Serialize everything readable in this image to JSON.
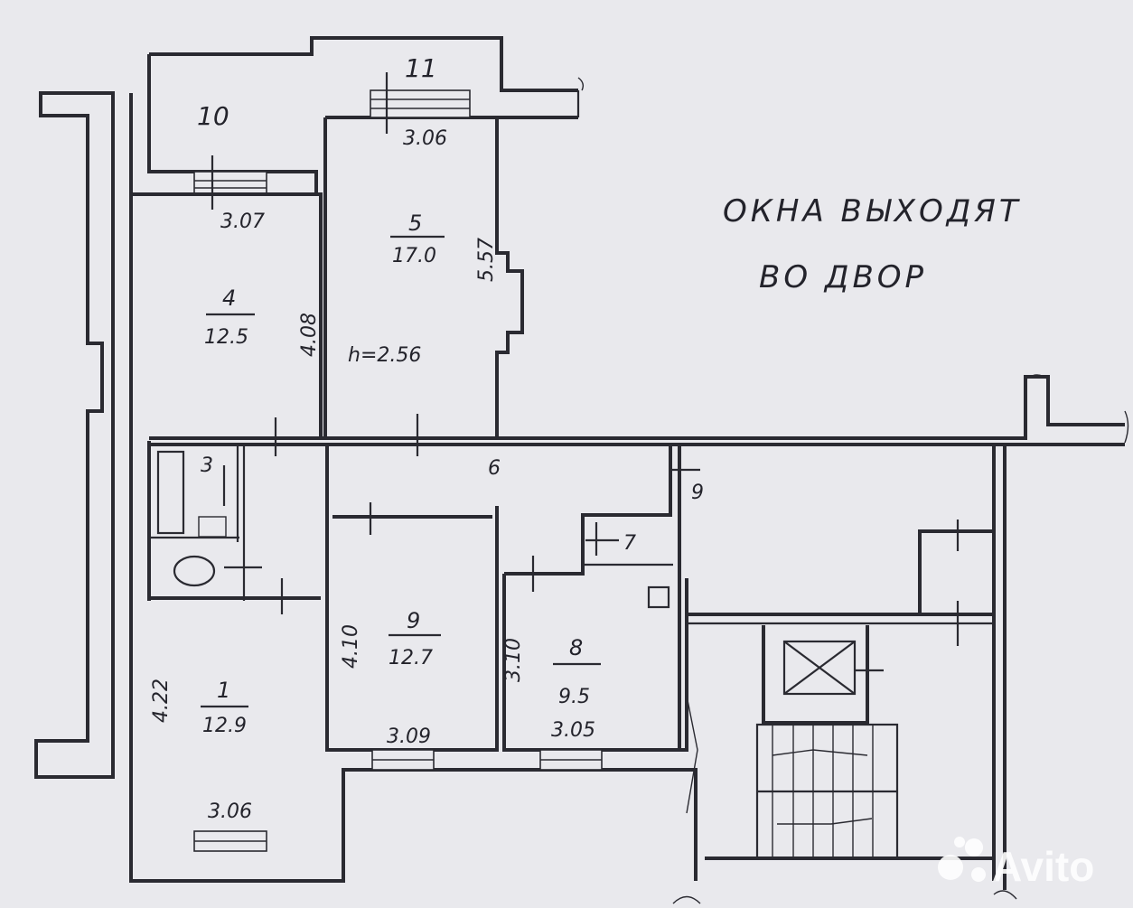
{
  "plan": {
    "note": {
      "line1": "ОКНА ВЫХОДЯТ",
      "line2": "ВО ДВОР"
    },
    "rooms": [
      {
        "id": "room-10",
        "number": "10",
        "area": ""
      },
      {
        "id": "room-11",
        "number": "11",
        "area": ""
      },
      {
        "id": "room-5",
        "number": "5",
        "area": "17.0"
      },
      {
        "id": "room-4",
        "number": "4",
        "area": "12.5"
      },
      {
        "id": "room-3",
        "number": "3",
        "area": ""
      },
      {
        "id": "room-6",
        "number": "6",
        "area": ""
      },
      {
        "id": "room-7",
        "number": "7",
        "area": ""
      },
      {
        "id": "room-9-hall",
        "number": "9",
        "area": ""
      },
      {
        "id": "room-9",
        "number": "9",
        "area": "12.7"
      },
      {
        "id": "room-8",
        "number": "8",
        "area": "9.5"
      },
      {
        "id": "room-1",
        "number": "1",
        "area": "12.9"
      }
    ],
    "dimensions": {
      "r11_width": "3.06",
      "r4_width": "3.07",
      "r4_depth": "4.08",
      "r5_depth": "5.57",
      "ceiling": "h=2.56",
      "r9_depth": "4.10",
      "r9_width": "3.09",
      "r8_depth": "3.10",
      "r8_width": "3.05",
      "r1_depth": "4.22",
      "r1_width": "3.06"
    },
    "watermark": "Avito"
  }
}
